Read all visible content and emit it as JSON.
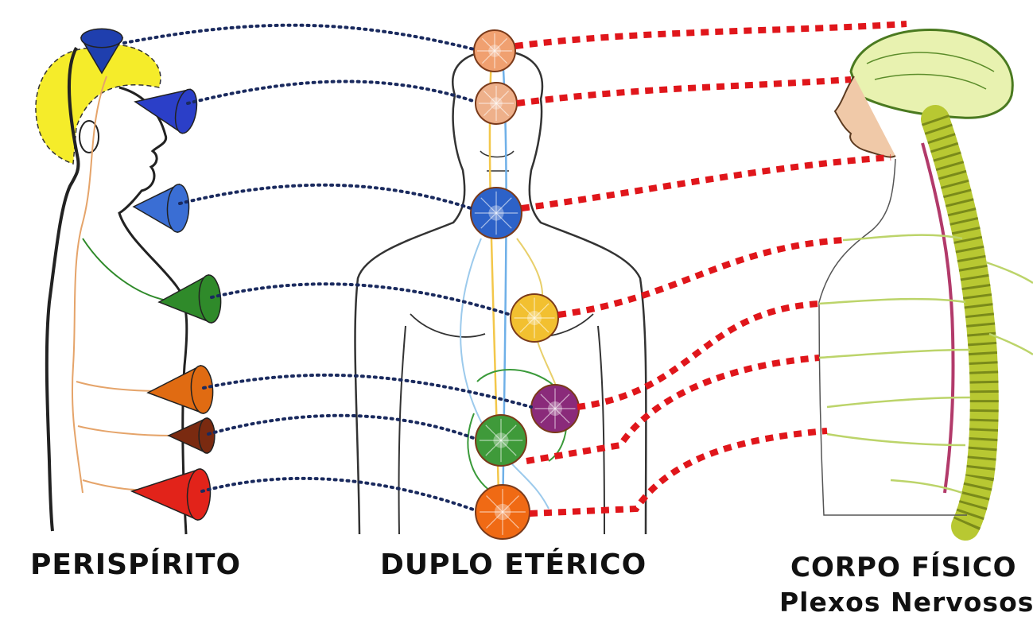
{
  "labels": {
    "left": "PERISPÍRITO",
    "middle": "DUPLO ETÉRICO",
    "right_title": "CORPO FÍSICO",
    "right_subtitle": "Plexos Nervosos"
  },
  "colors": {
    "dotted_link": "#1a2a5e",
    "dashed_link": "#e0161b",
    "outline": "#222222",
    "halo": "#f5ec2a",
    "spine": "#b8c832",
    "nerves": "#bcd46a"
  },
  "perispirito_cones": [
    {
      "color": "#1f3fae",
      "name": "crown"
    },
    {
      "color": "#2b3fc8",
      "name": "brow"
    },
    {
      "color": "#3a6ed4",
      "name": "throat"
    },
    {
      "color": "#2f8a2a",
      "name": "heart"
    },
    {
      "color": "#e06b12",
      "name": "solar"
    },
    {
      "color": "#7a2a10",
      "name": "sacral"
    },
    {
      "color": "#e2231a",
      "name": "root"
    }
  ],
  "etheric_centers": [
    {
      "color": "#f0a070",
      "name": "crown"
    },
    {
      "color": "#eeb08a",
      "name": "brow"
    },
    {
      "color": "#2d62c8",
      "name": "throat"
    },
    {
      "color": "#f2c030",
      "name": "heart"
    },
    {
      "color": "#8a2a7a",
      "name": "spleen"
    },
    {
      "color": "#3f9a3a",
      "name": "solar"
    },
    {
      "color": "#f06a14",
      "name": "root"
    }
  ]
}
